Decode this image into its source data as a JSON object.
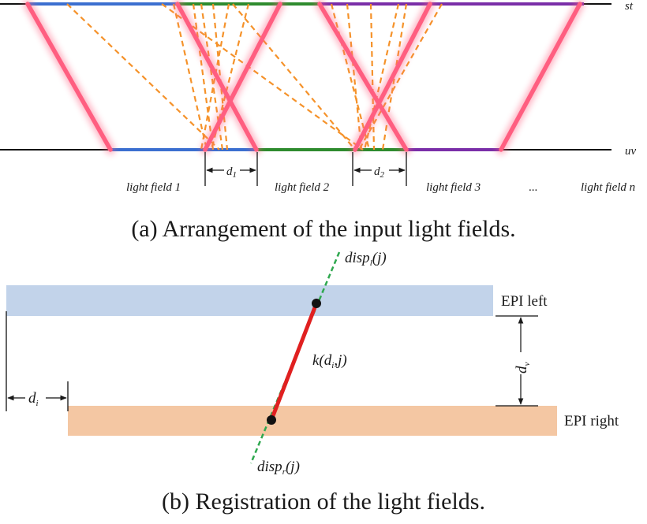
{
  "figure_a": {
    "caption": "(a) Arrangement of the input light fields.",
    "line_st_label": "st",
    "line_uv_label": "uv",
    "light_fields": [
      "light field 1",
      "light field 2",
      "light field 3",
      "...",
      "light field n"
    ],
    "offset_1_base": "d",
    "offset_1_sub": "1",
    "offset_2_base": "d",
    "offset_2_sub": "2",
    "colors": {
      "segment_1": "#3b6fd0",
      "segment_2": "#2e8b2e",
      "segment_3": "#7a2ea8",
      "ray_band": "#ff5e80",
      "ray_dashed": "#f5922a"
    }
  },
  "figure_b": {
    "caption": "(b) Registration of the light fields.",
    "epi_left_label": "EPI left",
    "epi_right_label": "EPI right",
    "dv_base": "d",
    "dv_sub": "v",
    "di_base": "d",
    "di_sub": "i",
    "disp_l_base": "disp",
    "disp_l_sub": "l",
    "disp_l_arg": "(j)",
    "disp_r_base": "disp",
    "disp_r_sub": "r",
    "disp_r_arg": "(j)",
    "k_prefix": "k(d",
    "k_sub": "i",
    "k_suffix": ",j)",
    "colors": {
      "epi_left": "#c2d3ea",
      "epi_right": "#f4c7a3",
      "registration_line": "#e02020",
      "disparity_line": "#2fa84f"
    }
  }
}
